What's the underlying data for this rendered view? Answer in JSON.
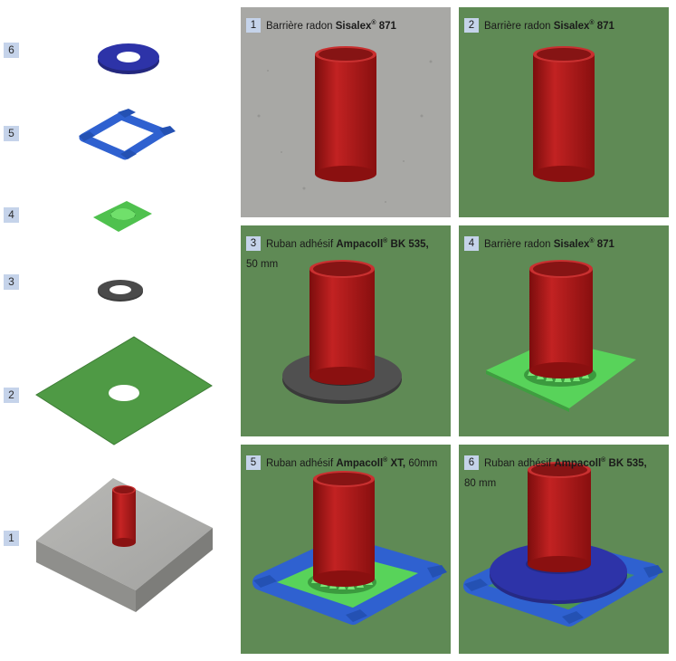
{
  "layers": [
    {
      "number": "6",
      "name": "layer-6-collar"
    },
    {
      "number": "5",
      "name": "layer-5-tape-frame"
    },
    {
      "number": "4",
      "name": "layer-4-sleeve"
    },
    {
      "number": "3",
      "name": "layer-3-ring"
    },
    {
      "number": "2",
      "name": "layer-2-membrane"
    },
    {
      "number": "1",
      "name": "layer-1-slab"
    }
  ],
  "panels": [
    {
      "number": "1",
      "text_before": "Barrière radon ",
      "product": "Sisalex",
      "reg": "®",
      "product_suffix": " 871",
      "text_after": "",
      "second_line": ""
    },
    {
      "number": "2",
      "text_before": "Barrière radon ",
      "product": "Sisalex",
      "reg": "®",
      "product_suffix": " 871",
      "text_after": "",
      "second_line": ""
    },
    {
      "number": "3",
      "text_before": "Ruban adhésif ",
      "product": "Ampacoll",
      "reg": "®",
      "product_suffix": " BK 535,",
      "text_after": "",
      "second_line": "50 mm"
    },
    {
      "number": "4",
      "text_before": "Barrière radon ",
      "product": "Sisalex",
      "reg": "®",
      "product_suffix": " 871",
      "text_after": "",
      "second_line": ""
    },
    {
      "number": "5",
      "text_before": "Ruban adhésif ",
      "product": "Ampacoll",
      "reg": "®",
      "product_suffix": " XT,",
      "text_after": " 60mm",
      "second_line": ""
    },
    {
      "number": "6",
      "text_before": "Ruban adhésif ",
      "product": "Ampacoll",
      "reg": "®",
      "product_suffix": " BK 535,",
      "text_after": "",
      "second_line": "80 mm"
    }
  ],
  "colors": {
    "background_green": "#5f8a55",
    "concrete": "#a9a9a6",
    "pipe_red": "#b01a1a",
    "membrane_green": "#4f9a45",
    "sleeve_green": "#57d25a",
    "tape_blue": "#2f61d0",
    "collar_blue": "#2b2fa0",
    "ring_dark": "#3c3c3c",
    "label_bg": "#c5d3ea"
  }
}
